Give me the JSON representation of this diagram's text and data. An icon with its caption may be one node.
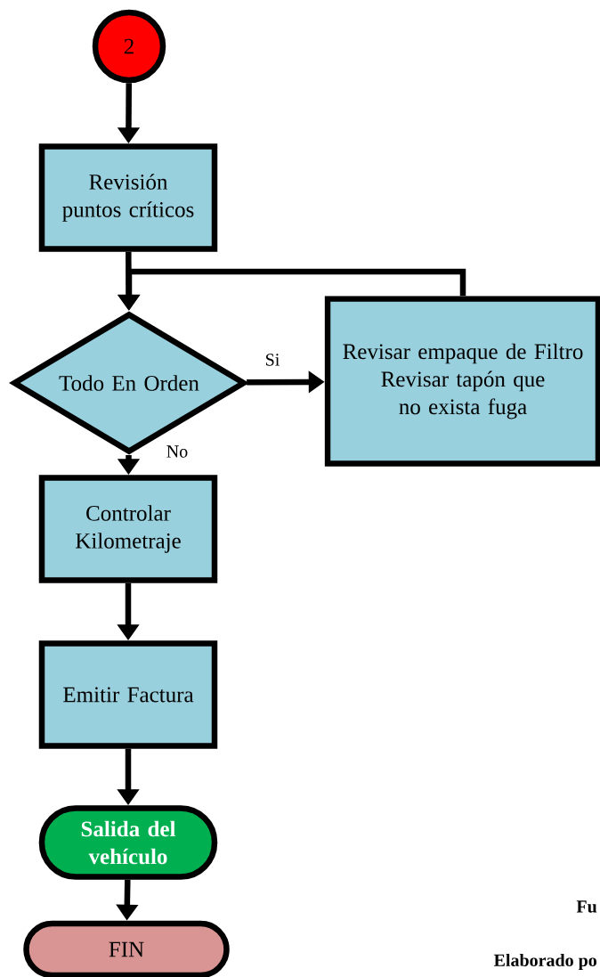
{
  "diagram": {
    "nodes": [
      {
        "text": [
          "2"
        ]
      },
      {
        "text": [
          "Revisión puntos críticos"
        ]
      },
      {
        "text": [
          "Todo En Orden"
        ]
      },
      {
        "text": [
          "Revisar empaque de Filtro",
          "Revisar tapón que no exista fuga"
        ]
      },
      {
        "text": [
          "Controlar Kilometraje"
        ]
      },
      {
        "text": [
          "Emitir Factura"
        ]
      },
      {
        "text": [
          "Salida del vehículo"
        ]
      },
      {
        "text": [
          "FIN"
        ]
      }
    ],
    "edges": [
      {
        "from": 0,
        "to": 1,
        "arrow": "to"
      },
      {
        "from": 1,
        "to": 2,
        "arrow": "to"
      },
      {
        "from": 3,
        "to": 2,
        "arrow": "to"
      },
      {
        "from": 2,
        "to": 3,
        "arrow": "to",
        "label": "Si"
      },
      {
        "from": 2,
        "to": 4,
        "arrow": "to",
        "label": "No"
      },
      {
        "from": 4,
        "to": 5,
        "arrow": "to"
      },
      {
        "from": 5,
        "to": 6,
        "arrow": "to"
      },
      {
        "from": 6,
        "to": 7,
        "arrow": "to"
      }
    ],
    "labels": [
      "Fu",
      "Elaborado po"
    ]
  }
}
